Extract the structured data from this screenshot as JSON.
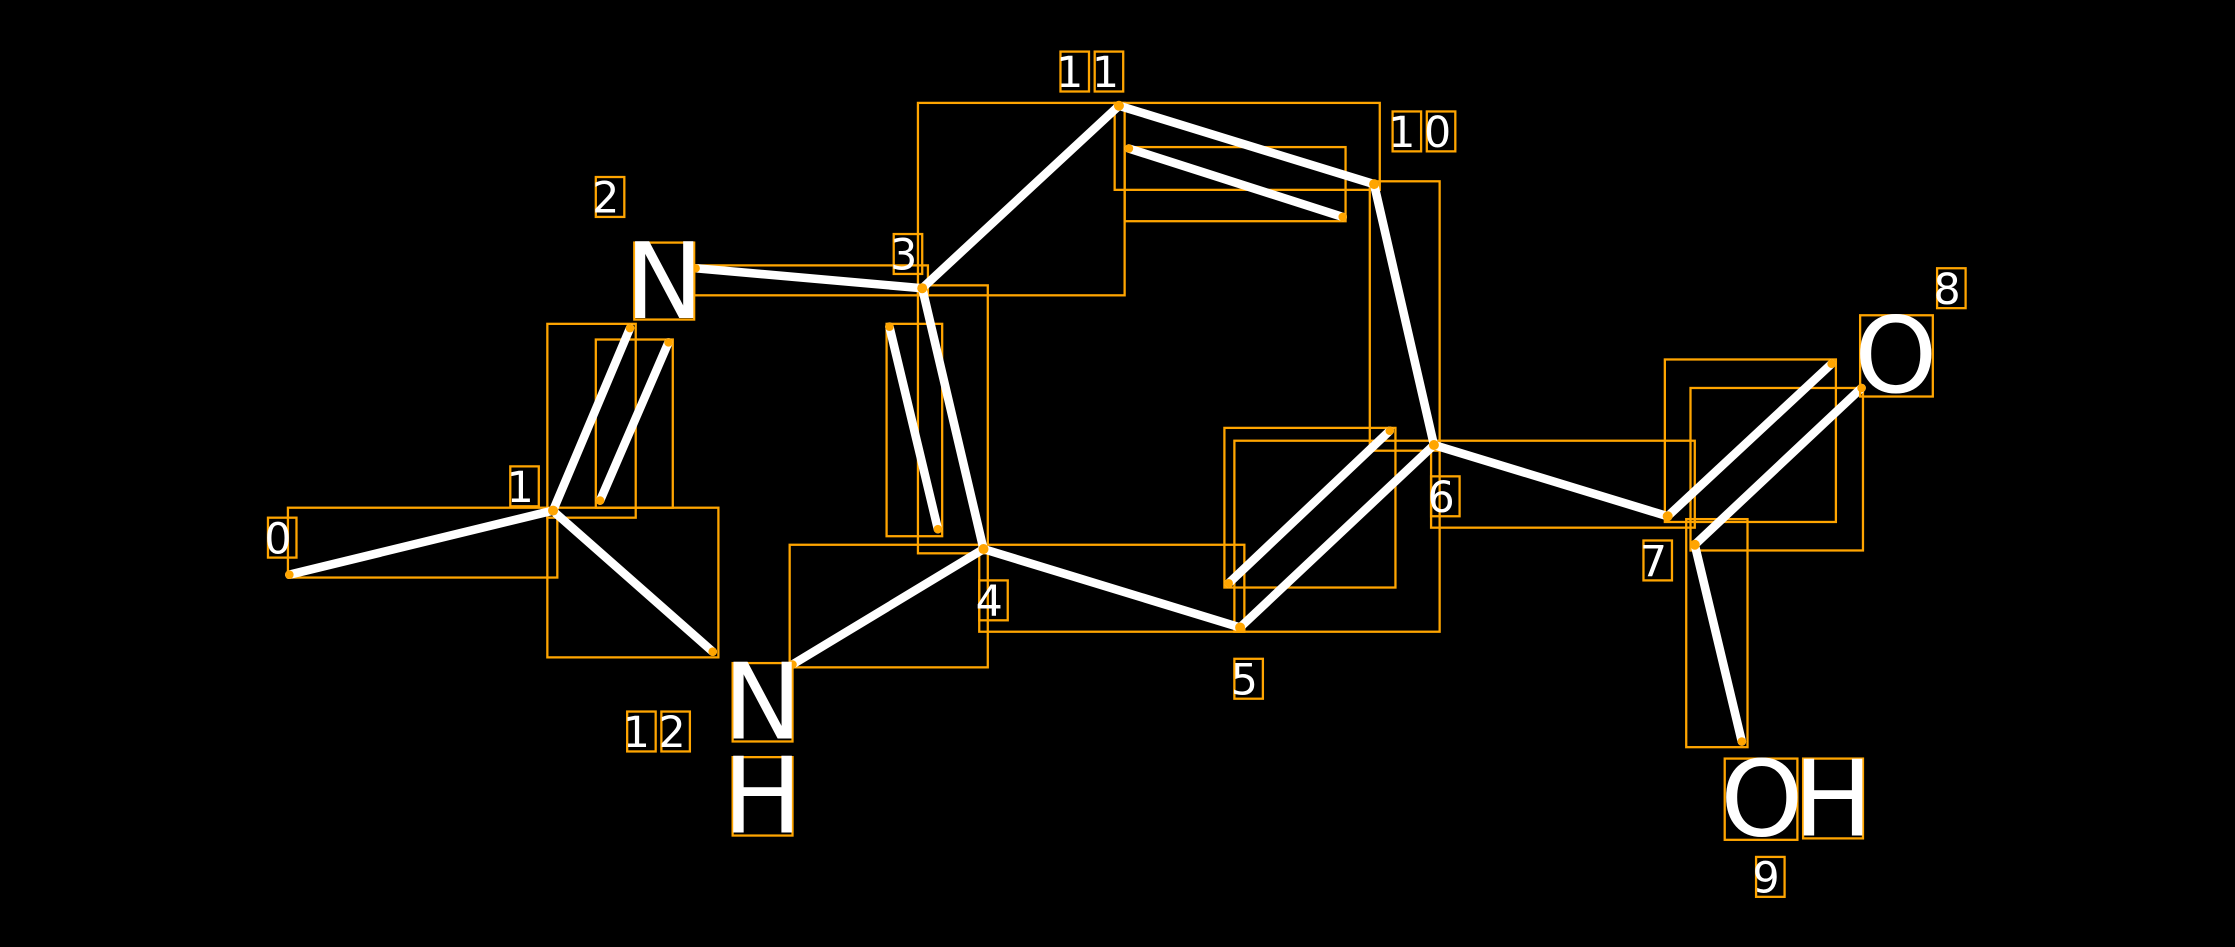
{
  "diagram": {
    "type": "molecule-structure-annotation",
    "colors": {
      "background": "#000000",
      "bond": "#ffffff",
      "box": "#FFA500"
    },
    "atom_indices": [
      "0",
      "1",
      "2",
      "3",
      "4",
      "5",
      "6",
      "7",
      "8",
      "9",
      "10",
      "11",
      "12"
    ],
    "atom_symbols": {
      "n2": "N",
      "n12": "N",
      "h12": "H",
      "o8": "O",
      "o9": "O",
      "h9": "H"
    },
    "bonds": [
      {
        "from": 0,
        "to": 1,
        "order": 1
      },
      {
        "from": 1,
        "to": 2,
        "order": 2
      },
      {
        "from": 1,
        "to": 12,
        "order": 1
      },
      {
        "from": 2,
        "to": 3,
        "order": 1
      },
      {
        "from": 3,
        "to": 4,
        "order": 2
      },
      {
        "from": 3,
        "to": 11,
        "order": 1
      },
      {
        "from": 11,
        "to": 10,
        "order": 2
      },
      {
        "from": 10,
        "to": 6,
        "order": 1
      },
      {
        "from": 6,
        "to": 5,
        "order": 2
      },
      {
        "from": 5,
        "to": 4,
        "order": 1
      },
      {
        "from": 4,
        "to": 12,
        "order": 1
      },
      {
        "from": 6,
        "to": 7,
        "order": 1
      },
      {
        "from": 7,
        "to": 8,
        "order": 2
      },
      {
        "from": 7,
        "to": 9,
        "order": 1
      }
    ]
  }
}
